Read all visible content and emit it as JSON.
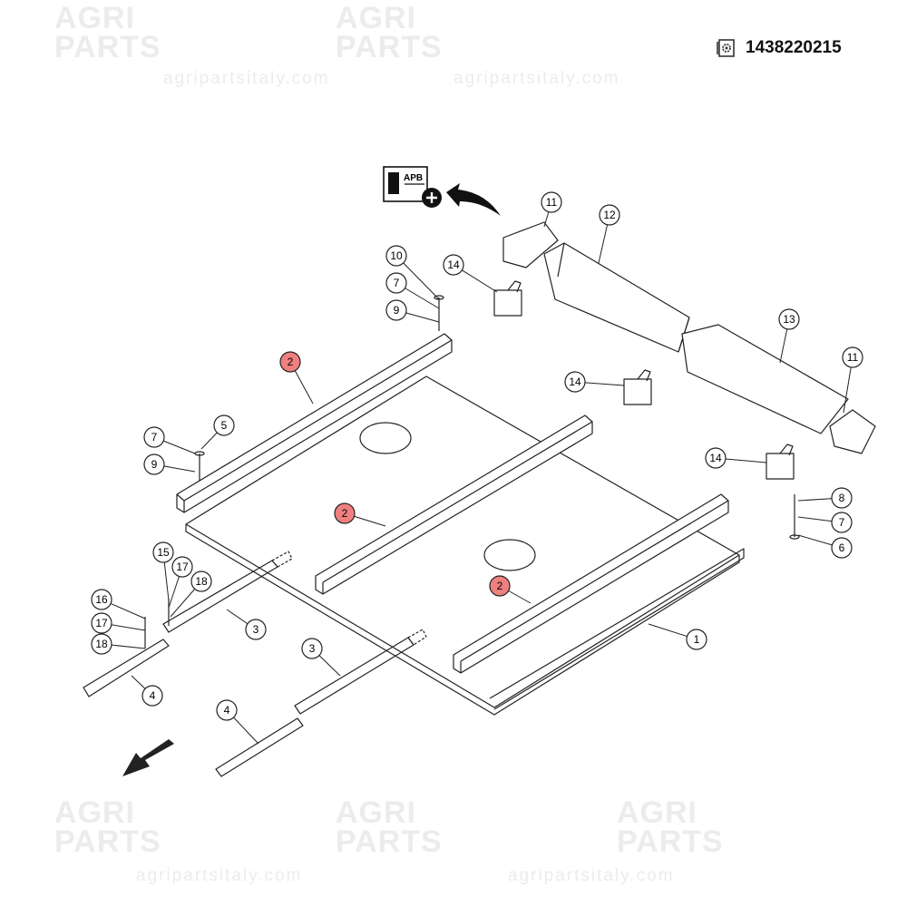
{
  "watermark": {
    "brand_line1": "AGRI",
    "brand_line2": "PARTS",
    "url": "agripartsitaly.com"
  },
  "header": {
    "part_code": "1438220215",
    "code_icon": "gear-document-icon"
  },
  "apb_badge": {
    "label": "APB",
    "icon": "add-to-cart-icon"
  },
  "highlight_color": "#f08080",
  "callouts": [
    "11",
    "12",
    "14",
    "10",
    "7",
    "9",
    "2",
    "13",
    "11",
    "14",
    "7",
    "5",
    "9",
    "14",
    "8",
    "7",
    "6",
    "2",
    "15",
    "17",
    "18",
    "16",
    "17",
    "18",
    "3",
    "2",
    "1",
    "3",
    "4",
    "4"
  ],
  "highlighted": [
    false,
    false,
    false,
    false,
    false,
    false,
    true,
    false,
    false,
    false,
    false,
    false,
    false,
    false,
    false,
    false,
    false,
    true,
    false,
    false,
    false,
    false,
    false,
    false,
    false,
    true,
    false,
    false,
    false,
    false
  ]
}
